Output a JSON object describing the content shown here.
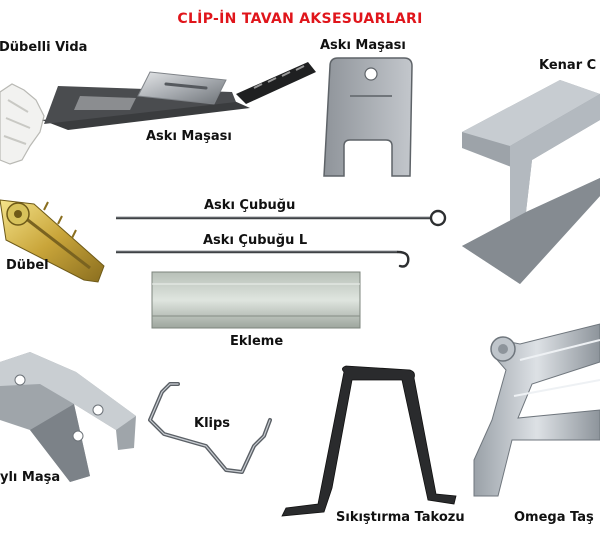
{
  "title": "CLİP-İN TAVAN AKSESUARLARI",
  "items": [
    {
      "label": "Dübelli Vida"
    },
    {
      "label": "Askı Maşası"
    },
    {
      "label": "Askı Maşası"
    },
    {
      "label": "Kenar C"
    },
    {
      "label": "Dübel"
    },
    {
      "label": "Askı Çubuğu"
    },
    {
      "label": "Askı Çubuğu L"
    },
    {
      "label": "Ekleme"
    },
    {
      "label": "ylı Maşa"
    },
    {
      "label": "Klips"
    },
    {
      "label": "Sıkıştırma Takozu"
    },
    {
      "label": "Omega Taş"
    }
  ]
}
